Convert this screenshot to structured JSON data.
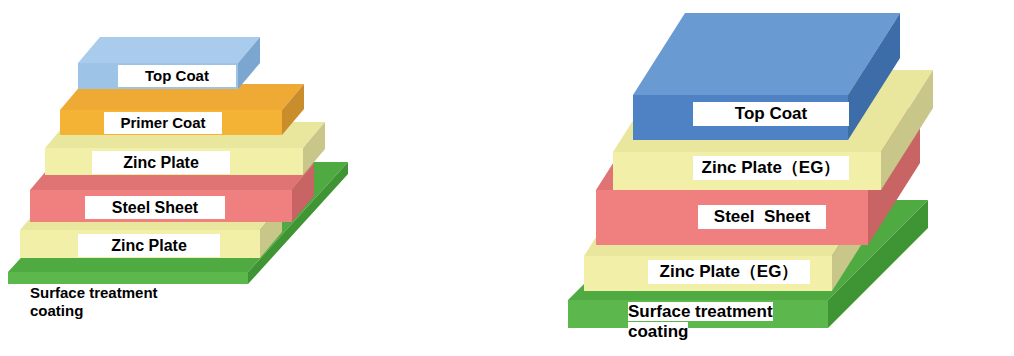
{
  "diagram": {
    "nodes": [
      {
        "text": [
          "Top Coat"
        ]
      },
      {
        "text": [
          "Primer Coat"
        ]
      },
      {
        "text": [
          "Zinc Plate"
        ]
      },
      {
        "text": [
          "Steel Sheet"
        ]
      },
      {
        "text": [
          "Zinc Plate"
        ]
      },
      {
        "text": [
          "Surface treatment coating"
        ]
      },
      {
        "text": [
          "Top Coat"
        ]
      },
      {
        "text": [
          "Zinc Plate（EG）"
        ]
      },
      {
        "text": [
          "Steel  Sheet"
        ]
      },
      {
        "text": [
          "Zinc Plate（EG）"
        ]
      },
      {
        "text": [
          "Surface treatment coating"
        ]
      }
    ]
  }
}
